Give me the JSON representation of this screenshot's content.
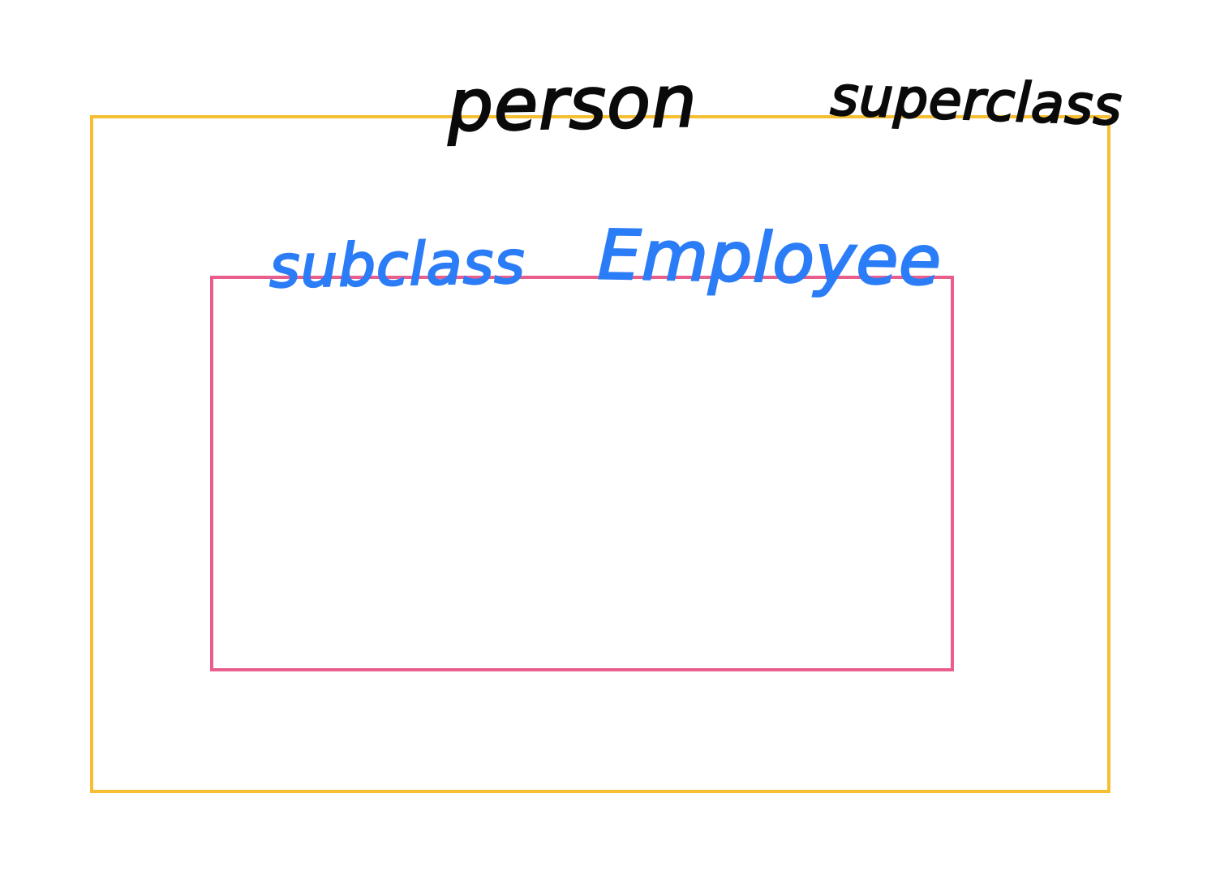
{
  "diagram": {
    "outer_box": {
      "color": "#F6BE33"
    },
    "inner_box": {
      "color": "#E85E8C"
    },
    "labels": {
      "person": {
        "text": "person",
        "color": "#0A0A0A"
      },
      "superclass": {
        "text": "superclass",
        "color": "#0A0A0A"
      },
      "subclass": {
        "text": "subclass",
        "color": "#2B7CF7"
      },
      "employee": {
        "text": "Employee",
        "color": "#2B7CF7"
      }
    }
  }
}
